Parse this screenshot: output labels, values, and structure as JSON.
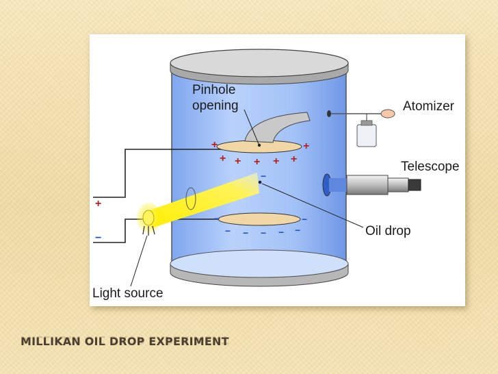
{
  "slide": {
    "title": "MILLIKAN OIL DROP EXPERIMENT"
  },
  "diagram": {
    "labels": {
      "pinhole_line1": "Pinhole",
      "pinhole_line2": "opening",
      "atomizer": "Atomizer",
      "telescope": "Telescope",
      "oil_drop": "Oil drop",
      "light_source": "Light source"
    },
    "charges": {
      "positive": "+",
      "negative": "−"
    }
  },
  "colors": {
    "cylinder_blue": "#9dbff5",
    "plate_tan": "#f2d7a6",
    "light_beam": "#fff200",
    "wire": "#222222",
    "charge_red": "#b22222",
    "charge_blue": "#1f4fbf"
  }
}
